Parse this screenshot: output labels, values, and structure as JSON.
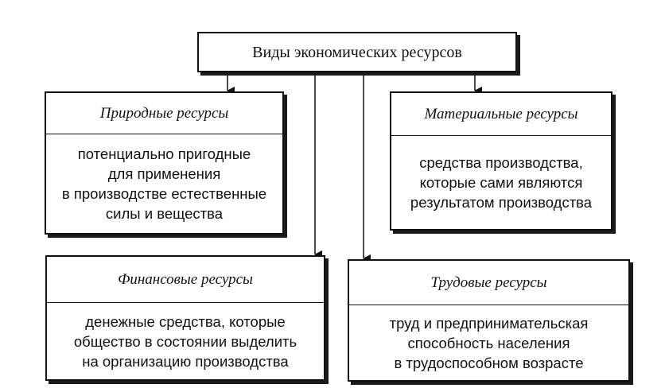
{
  "root": {
    "title": "Виды экономических ресурсов"
  },
  "nodes": [
    {
      "id": "natural",
      "title": "Природные ресурсы",
      "lines": [
        "потенциально пригодные",
        "для применения",
        "в производстве естественные",
        "силы и вещества"
      ]
    },
    {
      "id": "material",
      "title": "Материальные ресурсы",
      "lines": [
        "средства производства,",
        "которые сами являются",
        "результатом производства"
      ]
    },
    {
      "id": "financial",
      "title": "Финансовые ресурсы",
      "lines": [
        "денежные средства, которые",
        "общество в состоянии выделить",
        "на организацию производства"
      ]
    },
    {
      "id": "labor",
      "title": "Трудовые ресурсы",
      "lines": [
        "труд и предпринимательская",
        "способность населения",
        "в трудоспособном возрасте"
      ]
    }
  ]
}
